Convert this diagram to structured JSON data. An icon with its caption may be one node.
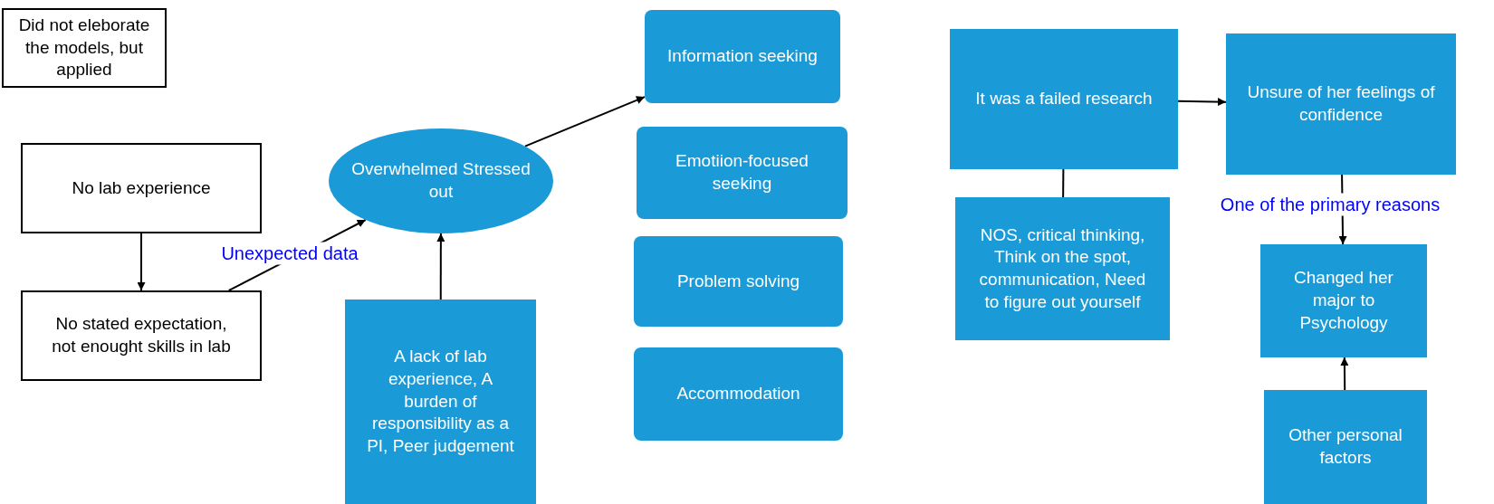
{
  "diagram": {
    "nodes": [
      {
        "text": [
          "Did not eleborate the models, but applied"
        ]
      },
      {
        "text": [
          "No lab experience"
        ]
      },
      {
        "text": [
          "No stated expectation, not enought skills in lab"
        ]
      },
      {
        "text": [
          "Overwhelmed Stressed out"
        ]
      },
      {
        "text": [
          "A lack of lab experience, A burden of responsibility as a PI, Peer judgement"
        ]
      },
      {
        "text": [
          "Information seeking"
        ]
      },
      {
        "text": [
          "Emotiion-focused seeking"
        ]
      },
      {
        "text": [
          "Problem solving"
        ]
      },
      {
        "text": [
          "Accommodation"
        ]
      },
      {
        "text": [
          "It was a failed research"
        ]
      },
      {
        "text": [
          "NOS, critical thinking, Think on the spot, communication, Need to figure out yourself"
        ]
      },
      {
        "text": [
          "Unsure of her feelings of confidence"
        ]
      },
      {
        "text": [
          "Changed her major to Psychology"
        ]
      },
      {
        "text": [
          "Other personal factors"
        ]
      }
    ],
    "edges": [
      {
        "from": 1,
        "to": 2,
        "arrow": "to"
      },
      {
        "from": 2,
        "to": 3,
        "arrow": "to",
        "label": "Unexpected data"
      },
      {
        "from": 4,
        "to": 3,
        "arrow": "to"
      },
      {
        "from": 3,
        "to": 5,
        "arrow": "to"
      },
      {
        "from": 9,
        "to": 10,
        "arrow": "none"
      },
      {
        "from": 9,
        "to": 11,
        "arrow": "to"
      },
      {
        "from": 11,
        "to": 12,
        "arrow": "to",
        "label": "One of the primary reasons"
      },
      {
        "from": 13,
        "to": 12,
        "arrow": "to"
      }
    ]
  }
}
